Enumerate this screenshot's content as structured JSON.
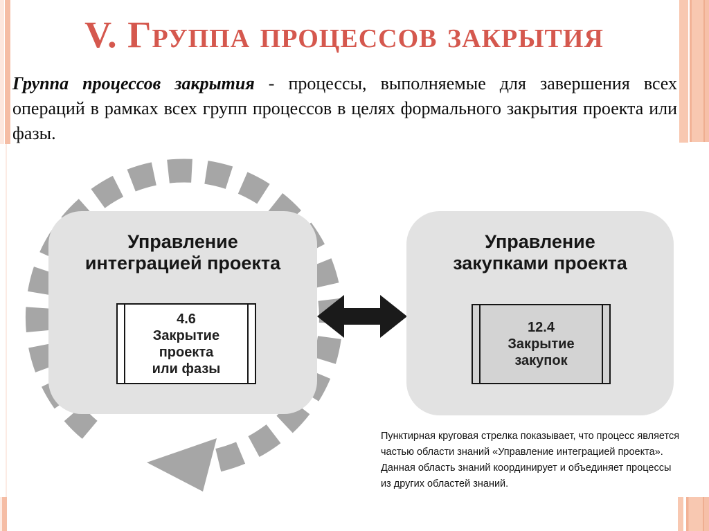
{
  "slide": {
    "title": "V. Группа процессов закрытия",
    "paragraph": {
      "lead": "Группа процессов закрытия",
      "rest": " - процессы, выполняемые для завершения всех операций в рамках всех групп процессов в целях формального закрытия проекта или фазы."
    }
  },
  "diagram": {
    "left_group": {
      "heading": "Управление\nинтеграцией проекта",
      "process": {
        "number": "4.6",
        "name": "Закрытие\nпроекта\nили фазы"
      }
    },
    "right_group": {
      "heading": "Управление\nзакупками проекта",
      "process": {
        "number": "12.4",
        "name": "Закрытие\nзакупок"
      }
    },
    "caption": "Пунктирная круговая стрелка показывает, что процесс является частью области знаний «Управление интеграцией проекта». Данная область знаний координирует и объединяет процессы из других областей знаний.",
    "icons": {
      "dashed_ring": "dashed-circular-arrow",
      "double_arrow": "double-headed-arrow"
    },
    "colors": {
      "title_accent": "#d5584e",
      "stripe_peach": "#f5bda5",
      "stripe_peach_light": "#fde7de",
      "group_fill": "#e2e2e2",
      "process_left_fill": "#ffffff",
      "process_right_fill": "#d3d3d3",
      "ring_gray": "#a6a6a6",
      "arrow_black": "#1a1a1a"
    }
  }
}
